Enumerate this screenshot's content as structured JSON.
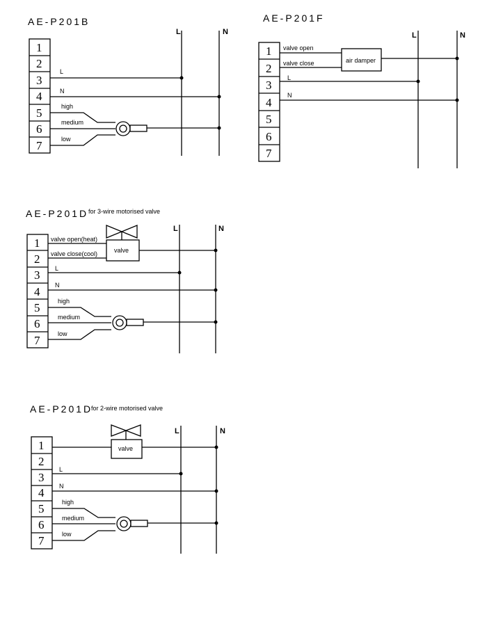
{
  "diagrams": {
    "b": {
      "title": "AE-P201B",
      "rail_l": "L",
      "rail_n": "N",
      "terminals": [
        "1",
        "2",
        "3",
        "4",
        "5",
        "6",
        "7"
      ],
      "wire_l": "L",
      "wire_n": "N",
      "high": "high",
      "medium": "medium",
      "low": "low"
    },
    "f": {
      "title": "AE-P201F",
      "rail_l": "L",
      "rail_n": "N",
      "terminals": [
        "1",
        "2",
        "3",
        "4",
        "5",
        "6",
        "7"
      ],
      "valve_open": "valve open",
      "valve_close": "valve close",
      "damper": "air damper",
      "wire_l": "L",
      "wire_n": "N"
    },
    "d3": {
      "title": "AE-P201D",
      "subtitle": "for 3-wire motorised valve",
      "rail_l": "L",
      "rail_n": "N",
      "terminals": [
        "1",
        "2",
        "3",
        "4",
        "5",
        "6",
        "7"
      ],
      "valve_open": "valve open(heat)",
      "valve_close": "valve close(cool)",
      "valve": "valve",
      "wire_l": "L",
      "wire_n": "N",
      "high": "high",
      "medium": "medium",
      "low": "low"
    },
    "d2": {
      "title": "AE-P201D",
      "subtitle": "for 2-wire motorised valve",
      "rail_l": "L",
      "rail_n": "N",
      "terminals": [
        "1",
        "2",
        "3",
        "4",
        "5",
        "6",
        "7"
      ],
      "valve": "valve",
      "wire_l": "L",
      "wire_n": "N",
      "high": "high",
      "medium": "medium",
      "low": "low"
    }
  }
}
